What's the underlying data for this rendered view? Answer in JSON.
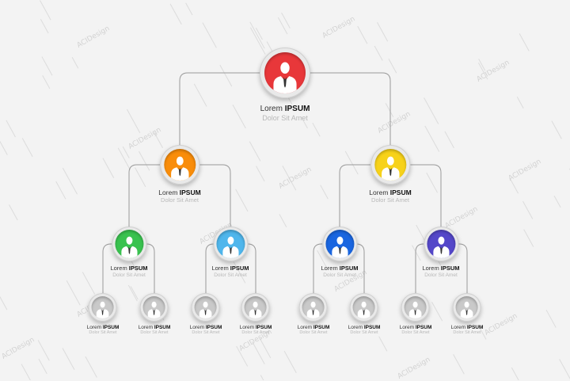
{
  "watermark": "ACIDesign",
  "nodes": [
    {
      "key": "root",
      "color": "#e8373a",
      "name_regular": "Lorem",
      "name_bold": "IPSUM",
      "subtitle": "Dolor Sit Amet"
    },
    {
      "key": "l1-left",
      "color": "#f98d0a",
      "name_regular": "Lorem",
      "name_bold": "IPSUM",
      "subtitle": "Dolor Sit Amet"
    },
    {
      "key": "l1-right",
      "color": "#f7d21a",
      "name_regular": "Lorem",
      "name_bold": "IPSUM",
      "subtitle": "Dolor Sit Amet"
    },
    {
      "key": "l2-1",
      "color": "#39c24f",
      "name_regular": "Lorem",
      "name_bold": "IPSUM",
      "subtitle": "Dolor Sit Amet"
    },
    {
      "key": "l2-2",
      "color": "#4fb6ec",
      "name_regular": "Lorem",
      "name_bold": "IPSUM",
      "subtitle": "Dolor Sit Amet"
    },
    {
      "key": "l2-3",
      "color": "#1a66e0",
      "name_regular": "Lorem",
      "name_bold": "IPSUM",
      "subtitle": "Dolor Sit Amet"
    },
    {
      "key": "l2-4",
      "color": "#5447c9",
      "name_regular": "Lorem",
      "name_bold": "IPSUM",
      "subtitle": "Dolor Sit Amet"
    },
    {
      "key": "l3-1",
      "color": "#c9c9c9",
      "name_regular": "Lorem",
      "name_bold": "IPSUM",
      "subtitle": "Dolor Sit Amet"
    },
    {
      "key": "l3-2",
      "color": "#c9c9c9",
      "name_regular": "Lorem",
      "name_bold": "IPSUM",
      "subtitle": "Dolor Sit Amet"
    },
    {
      "key": "l3-3",
      "color": "#c9c9c9",
      "name_regular": "Lorem",
      "name_bold": "IPSUM",
      "subtitle": "Dolor Sit Amet"
    },
    {
      "key": "l3-4",
      "color": "#c9c9c9",
      "name_regular": "Lorem",
      "name_bold": "IPSUM",
      "subtitle": "Dolor Sit Amet"
    },
    {
      "key": "l3-5",
      "color": "#c9c9c9",
      "name_regular": "Lorem",
      "name_bold": "IPSUM",
      "subtitle": "Dolor Sit Amet"
    },
    {
      "key": "l3-6",
      "color": "#c9c9c9",
      "name_regular": "Lorem",
      "name_bold": "IPSUM",
      "subtitle": "Dolor Sit Amet"
    },
    {
      "key": "l3-7",
      "color": "#c9c9c9",
      "name_regular": "Lorem",
      "name_bold": "IPSUM",
      "subtitle": "Dolor Sit Amet"
    },
    {
      "key": "l3-8",
      "color": "#c9c9c9",
      "name_regular": "Lorem",
      "name_bold": "IPSUM",
      "subtitle": "Dolor Sit Amet"
    }
  ],
  "edges": [
    [
      "root",
      "l1-left"
    ],
    [
      "root",
      "l1-right"
    ],
    [
      "l1-left",
      "l2-1"
    ],
    [
      "l1-left",
      "l2-2"
    ],
    [
      "l1-right",
      "l2-3"
    ],
    [
      "l1-right",
      "l2-4"
    ],
    [
      "l2-1",
      "l3-1"
    ],
    [
      "l2-1",
      "l3-2"
    ],
    [
      "l2-2",
      "l3-3"
    ],
    [
      "l2-2",
      "l3-4"
    ],
    [
      "l2-3",
      "l3-5"
    ],
    [
      "l2-3",
      "l3-6"
    ],
    [
      "l2-4",
      "l3-7"
    ],
    [
      "l2-4",
      "l3-8"
    ]
  ],
  "icon": "person-icon"
}
